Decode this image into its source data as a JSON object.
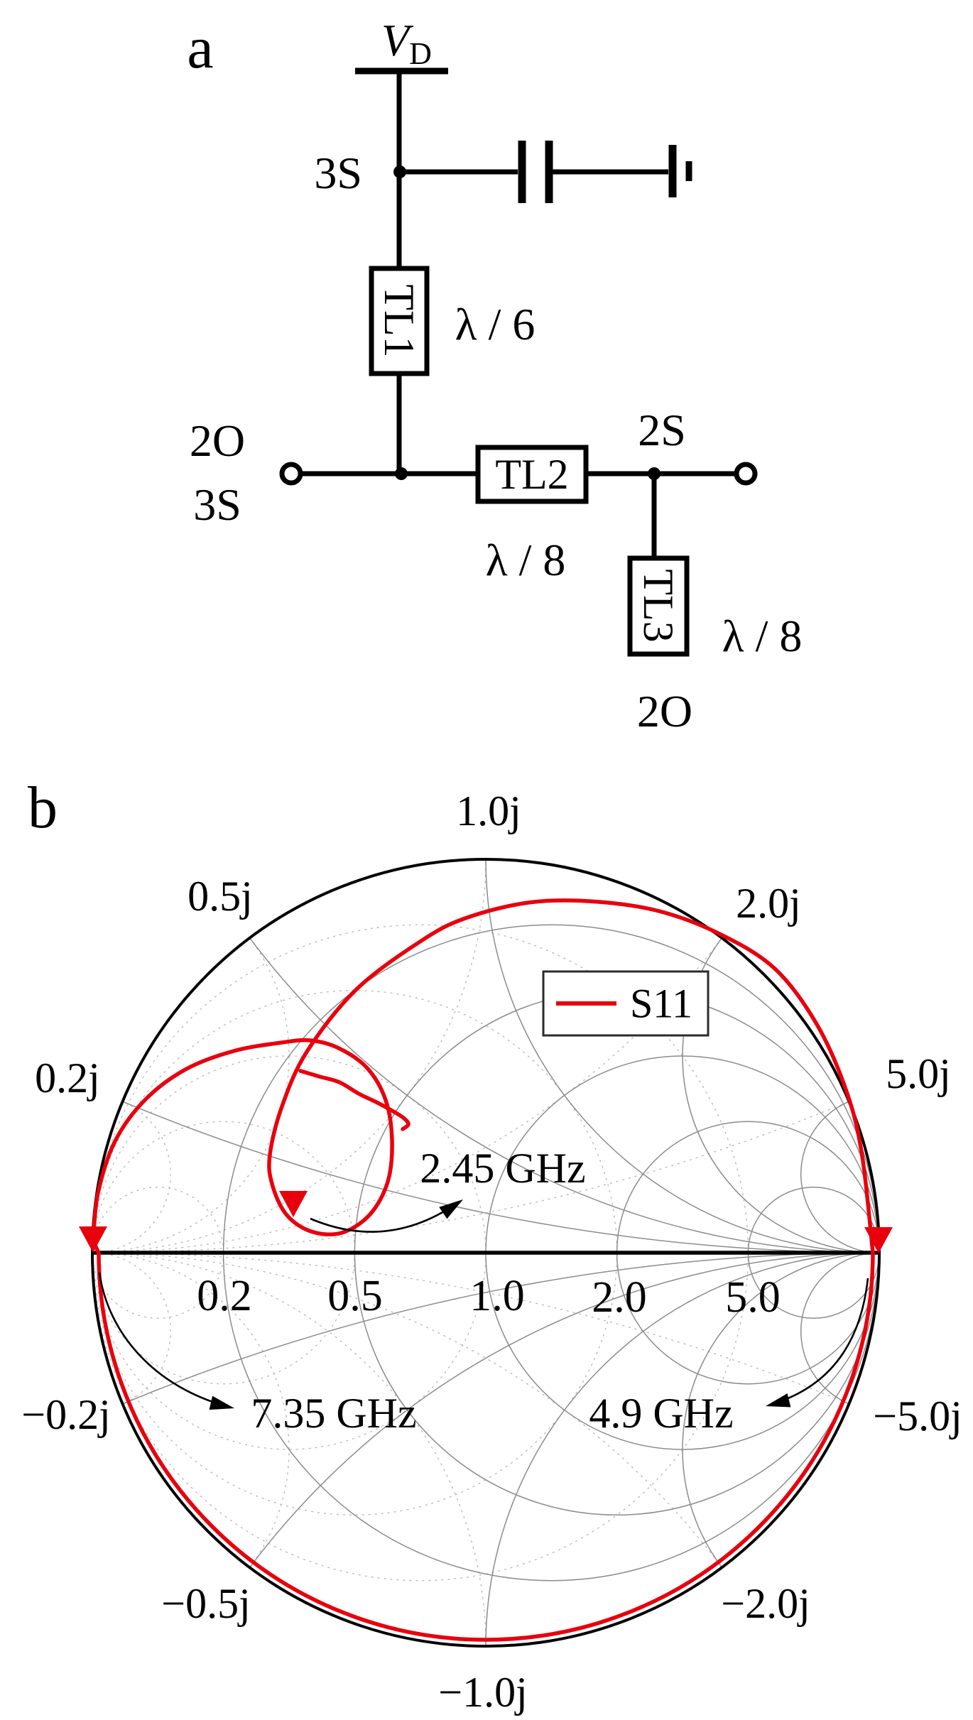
{
  "panel_a": {
    "panel_label": "a",
    "supply": {
      "symbol": "V",
      "subscript": "D"
    },
    "node_top": "3S",
    "tl1": {
      "name": "TL1",
      "length": "λ / 6"
    },
    "tl2": {
      "name": "TL2",
      "length": "λ / 8"
    },
    "tl3": {
      "name": "TL3",
      "length": "λ / 8"
    },
    "left_port_top": "2O",
    "left_port_bottom": "3S",
    "node_right": "2S",
    "bottom_port": "2O"
  },
  "panel_b": {
    "panel_label": "b",
    "legend": {
      "series_label": "S11"
    },
    "reactance_labels": [
      {
        "pos": "top",
        "text": "1.0j"
      },
      {
        "pos": "upper-left",
        "text": "0.5j"
      },
      {
        "pos": "upper-right",
        "text": "2.0j"
      },
      {
        "pos": "left",
        "text": "0.2j"
      },
      {
        "pos": "right",
        "text": "5.0j"
      },
      {
        "pos": "lower-left",
        "text": "−0.2j"
      },
      {
        "pos": "lower-right",
        "text": "−5.0j"
      },
      {
        "pos": "bottom-left",
        "text": "−0.5j"
      },
      {
        "pos": "bottom-right",
        "text": "−2.0j"
      },
      {
        "pos": "bottom",
        "text": "−1.0j"
      }
    ],
    "resistance_ticks": [
      {
        "value": "0.2"
      },
      {
        "value": "0.5"
      },
      {
        "value": "1.0"
      },
      {
        "value": "2.0"
      },
      {
        "value": "5.0"
      }
    ],
    "annotations": [
      {
        "text": "2.45 GHz"
      },
      {
        "text": "7.35 GHz"
      },
      {
        "text": "4.9 GHz"
      }
    ],
    "markers": [
      {
        "label": "2.45 GHz",
        "gamma_re": -0.49,
        "gamma_im": 0.09
      },
      {
        "label": "4.9 GHz",
        "gamma_re": 1.0,
        "gamma_im": 0.0
      },
      {
        "label": "7.35 GHz",
        "gamma_re": -1.0,
        "gamma_im": 0.0
      }
    ],
    "colors": {
      "trace": "#e8000d",
      "grid_solid": "#8c8c8c",
      "grid_dotted": "#bdbdbd",
      "outline": "#000000"
    }
  }
}
